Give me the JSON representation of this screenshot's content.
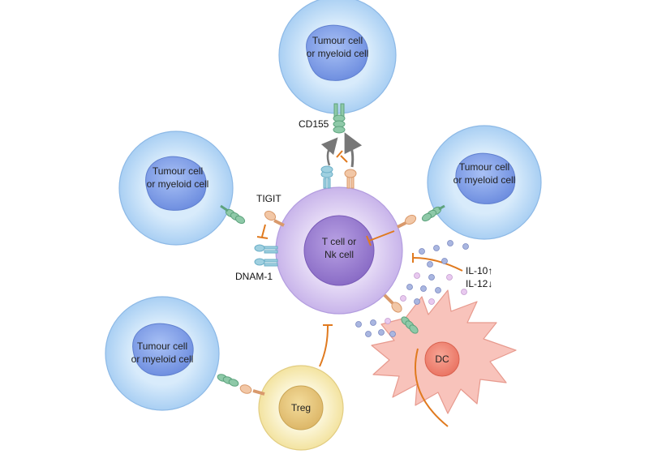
{
  "cells": {
    "tumour_label_line1": "Tumour cell",
    "tumour_label_line2": "or myeloid cell",
    "tcell_line1": "T cell or",
    "tcell_line2": "Nk cell",
    "treg": "Treg",
    "dc": "DC"
  },
  "labels": {
    "cd155": "CD155",
    "tigit": "TIGIT",
    "dnam1": "DNAM-1",
    "il10": "IL-10↑",
    "il12": "IL-12↓"
  },
  "colors": {
    "tumour_outer": "#c9e2f8",
    "tumour_nucleus": "#7d9fe9",
    "tcell_outer": "#d9c9f0",
    "tcell_nucleus": "#9b7fd1",
    "treg_outer": "#f9f0c0",
    "treg_nucleus": "#e8c97a",
    "dc_body": "#f8c0b8",
    "dc_nucleus": "#f08a7a",
    "cd155": "#8ec9a8",
    "tigit": "#f2c7a6",
    "dnam1": "#9fd0e0",
    "inhibition": "#e07a1f",
    "activation": "#777777"
  }
}
